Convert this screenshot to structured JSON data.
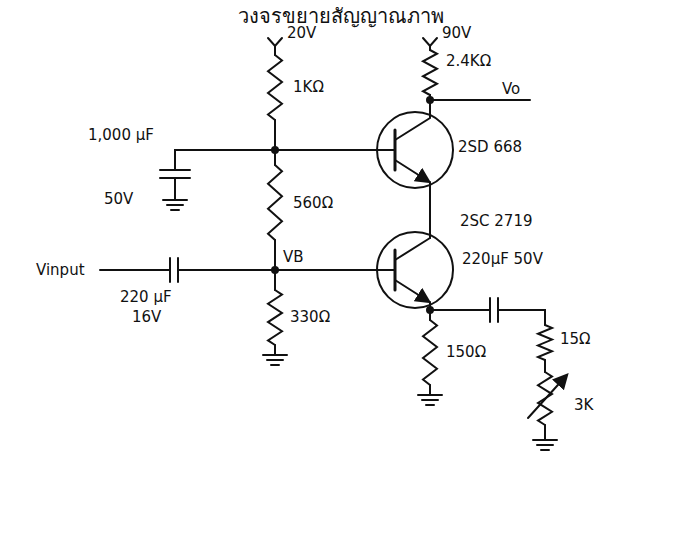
{
  "diagram": {
    "title": "วงจรขยายสัญญาณภาพ",
    "labels": [
      "20V",
      "90V",
      "2.4KΩ",
      "Vo",
      "1KΩ",
      "1,000 μF",
      "50V",
      "2SD 668",
      "560Ω",
      "2SC 2719",
      "220μF 50V",
      "VB",
      "Vinput",
      "220 μF",
      "16V",
      "330Ω",
      "150Ω",
      "15Ω",
      "3K"
    ]
  }
}
